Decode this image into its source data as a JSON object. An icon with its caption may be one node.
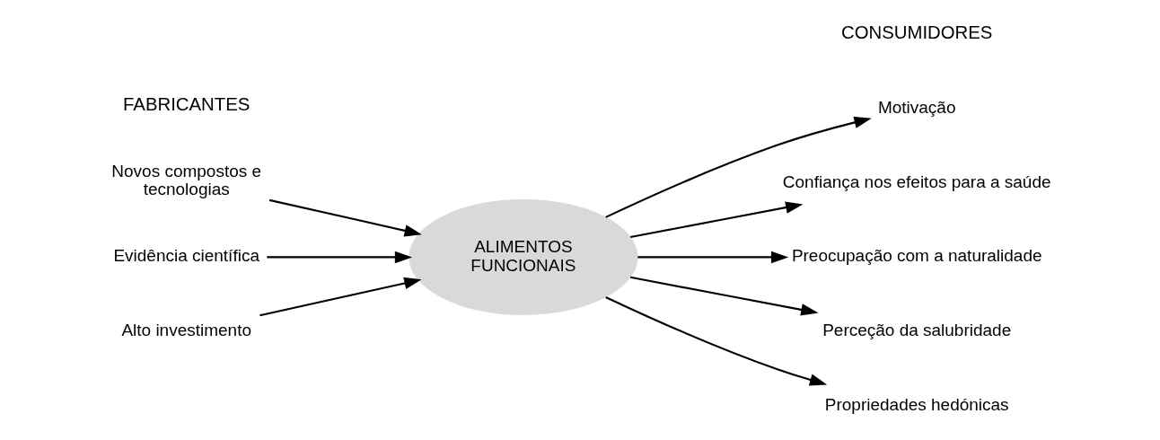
{
  "diagram": {
    "nodes": [
      {
        "text": [
          "Novos compostos e tecnologias"
        ]
      },
      {
        "text": [
          "Evidência científica"
        ]
      },
      {
        "text": [
          "Alto investimento"
        ]
      },
      {
        "text": [
          "ALIMENTOS FUNCIONAIS"
        ]
      },
      {
        "text": [
          "Motivação"
        ]
      },
      {
        "text": [
          "Confiança nos efeitos para a saúde"
        ]
      },
      {
        "text": [
          "Preocupação com a naturalidade"
        ]
      },
      {
        "text": [
          "Perceção da salubridade"
        ]
      },
      {
        "text": [
          "Propriedades hedónicas"
        ]
      }
    ],
    "edges": [
      {
        "from": 0,
        "to": 3,
        "arrow": "to"
      },
      {
        "from": 1,
        "to": 3,
        "arrow": "to"
      },
      {
        "from": 2,
        "to": 3,
        "arrow": "to"
      },
      {
        "from": 3,
        "to": 4,
        "arrow": "to"
      },
      {
        "from": 3,
        "to": 5,
        "arrow": "to"
      },
      {
        "from": 3,
        "to": 6,
        "arrow": "to"
      },
      {
        "from": 3,
        "to": 7,
        "arrow": "to"
      },
      {
        "from": 3,
        "to": 8,
        "arrow": "to"
      }
    ],
    "labels": [
      "FABRICANTES",
      "CONSUMIDORES"
    ]
  }
}
